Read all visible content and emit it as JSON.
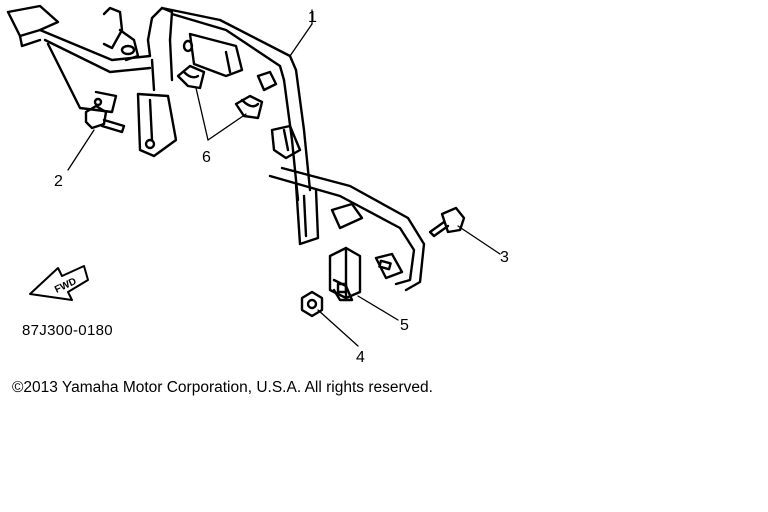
{
  "diagram": {
    "callouts": [
      {
        "id": "callout-1",
        "label": "1"
      },
      {
        "id": "callout-2",
        "label": "2"
      },
      {
        "id": "callout-3",
        "label": "3"
      },
      {
        "id": "callout-4",
        "label": "4"
      },
      {
        "id": "callout-5",
        "label": "5"
      },
      {
        "id": "callout-6",
        "label": "6"
      }
    ],
    "direction_label": "FWD",
    "part_number": "87J300-0180"
  },
  "footer": {
    "copyright": "©2013 Yamaha Motor Corporation, U.S.A. All rights reserved."
  },
  "colors": {
    "ink": "#000000",
    "background": "#ffffff"
  }
}
